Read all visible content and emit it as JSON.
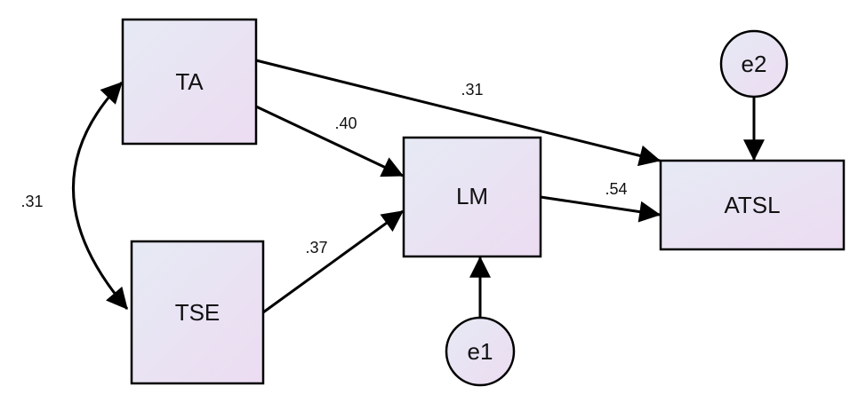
{
  "diagram": {
    "type": "path-diagram",
    "nodes": {
      "ta": {
        "label": "TA",
        "shape": "rect"
      },
      "tse": {
        "label": "TSE",
        "shape": "rect"
      },
      "lm": {
        "label": "LM",
        "shape": "rect"
      },
      "atsl": {
        "label": "ATSL",
        "shape": "rect"
      },
      "e1": {
        "label": "e1",
        "shape": "circle"
      },
      "e2": {
        "label": "e2",
        "shape": "circle"
      }
    },
    "paths": [
      {
        "from": "TA",
        "to": "LM",
        "coefficient": ".40"
      },
      {
        "from": "TSE",
        "to": "LM",
        "coefficient": ".37"
      },
      {
        "from": "TA",
        "to": "ATSL",
        "coefficient": ".31"
      },
      {
        "from": "LM",
        "to": "ATSL",
        "coefficient": ".54"
      },
      {
        "from": "TA",
        "to": "TSE",
        "coefficient": ".31",
        "kind": "covariance"
      },
      {
        "from": "e1",
        "to": "LM",
        "coefficient": ""
      },
      {
        "from": "e2",
        "to": "ATSL",
        "coefficient": ""
      }
    ],
    "labels": {
      "ta_lm": ".40",
      "tse_lm": ".37",
      "ta_atsl": ".31",
      "lm_atsl": ".54",
      "ta_tse_cov": ".31"
    },
    "colors": {
      "fill_start": "#e6eaf4",
      "fill_end": "#ecdcf2",
      "stroke": "#000000"
    }
  }
}
